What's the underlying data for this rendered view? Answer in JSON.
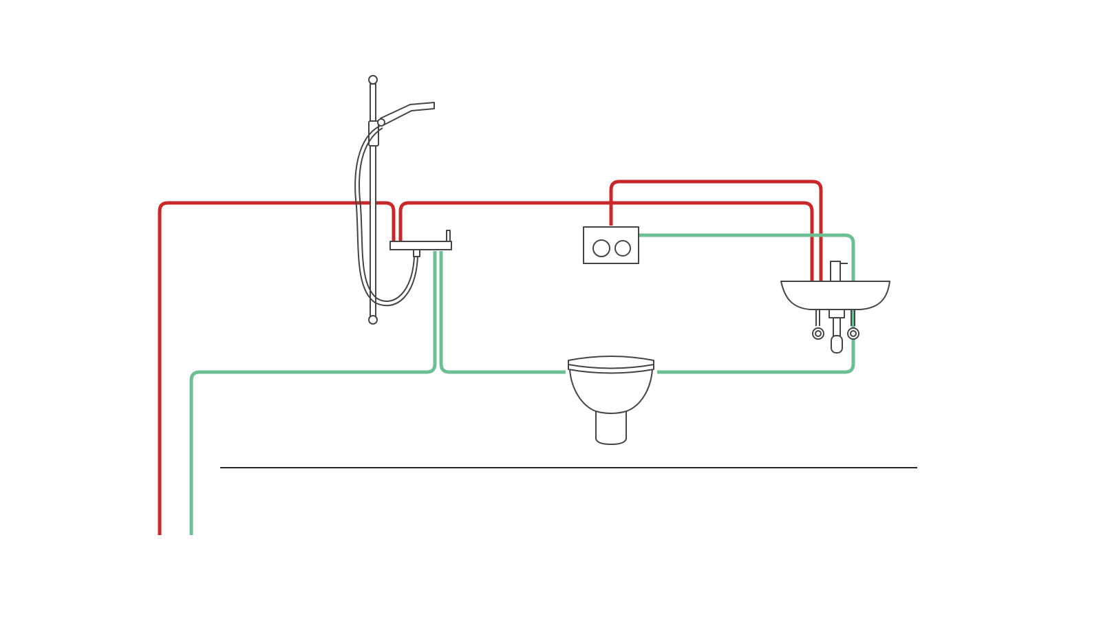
{
  "diagram": {
    "colors": {
      "hot_water_pipe": "#c8282a",
      "cold_water_pipe": "#6cbf92",
      "fixture_outline": "#444444",
      "floor_line": "#222222"
    },
    "fixtures": [
      "shower-rail-with-handset",
      "shower-mixer",
      "flush-plate",
      "wall-hung-toilet",
      "washbasin-with-tap"
    ]
  }
}
